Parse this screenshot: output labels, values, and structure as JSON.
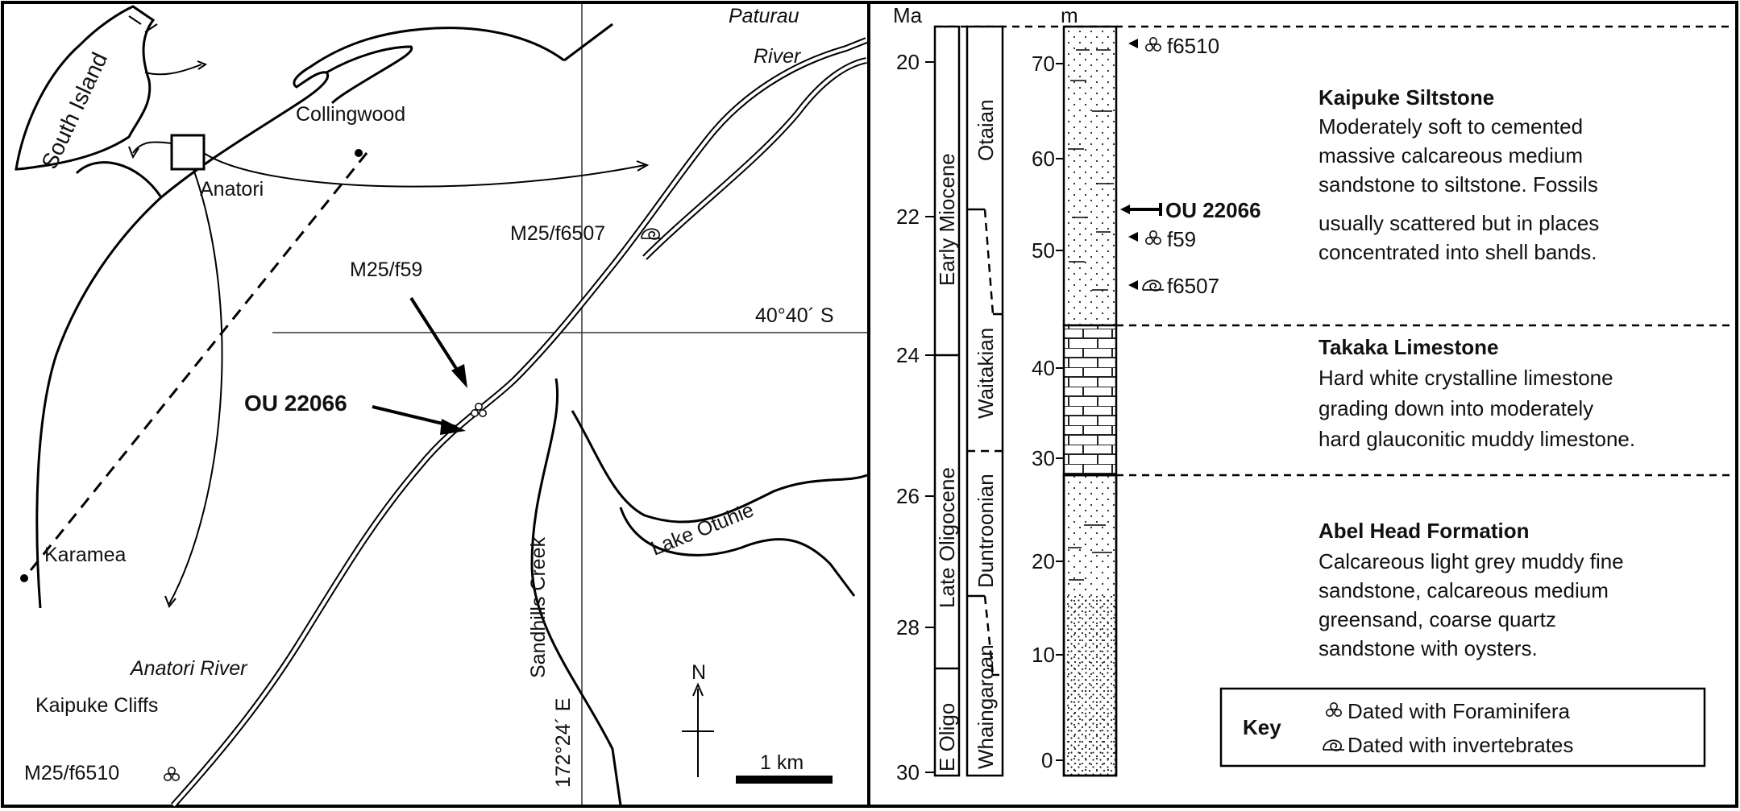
{
  "map": {
    "localities": {
      "collingwood": "Collingwood",
      "anatori": "Anatori",
      "karamea": "Karamea",
      "kaipuke_cliffs": "Kaipuke Cliffs",
      "ou22066": "OU 22066",
      "m25_f59": "M25/f59",
      "m25_f6507": "M25/f6507",
      "m25_f6510": "M25/f6510"
    },
    "features": {
      "south_island": "South Island",
      "paturau_river_1": "Paturau",
      "paturau_river_2": "River",
      "anatori_river": "Anatori River",
      "sandhills_creek": "Sandhills Creek",
      "lake_otuhie": "Lake Otuhie"
    },
    "latitude": "40°40´ S",
    "longitude": "172°24´ E",
    "north": "N",
    "scale": "1 km"
  },
  "column": {
    "age_unit": "Ma",
    "height_unit": "m",
    "age_ticks": [
      "20",
      "22",
      "24",
      "26",
      "28",
      "30"
    ],
    "height_ticks": [
      "70",
      "60",
      "50",
      "40",
      "30",
      "20",
      "10",
      "0"
    ],
    "epochs": {
      "early_miocene": "Early Miocene",
      "late_oligocene": "Late Oligocene",
      "e_oligo": "E Oligo"
    },
    "stages": {
      "otaian": "Otaian",
      "waitakian": "Waitakian",
      "duntroonian": "Duntroonian",
      "whaingaroan": "Whaingaroan"
    },
    "samples": {
      "f6510": "f6510",
      "ou22066": "OU 22066",
      "f59": "f59",
      "f6507": "f6507"
    }
  },
  "formations": [
    {
      "name": "Kaipuke Siltstone",
      "lines": [
        "Moderately soft to cemented",
        "massive calcareous medium",
        "sandstone to siltstone. Fossils",
        "usually scattered but in places",
        "concentrated into shell bands."
      ]
    },
    {
      "name": "Takaka Limestone",
      "lines": [
        "Hard white crystalline limestone",
        "grading down into moderately",
        "hard glauconitic muddy limestone."
      ]
    },
    {
      "name": "Abel Head Formation",
      "lines": [
        "Calcareous light grey muddy fine",
        "sandstone, calcareous medium",
        "greensand, coarse quartz",
        "sandstone with oysters."
      ]
    }
  ],
  "key": {
    "title": "Key",
    "foraminifera": "Dated with Foraminifera",
    "invertebrates": "Dated with invertebrates"
  }
}
